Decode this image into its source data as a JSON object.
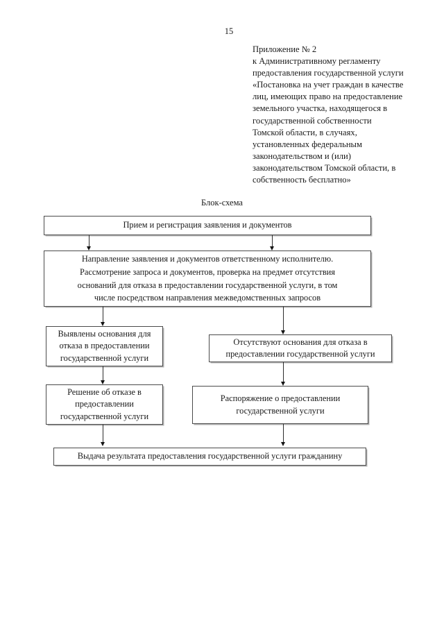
{
  "page": {
    "number": "15"
  },
  "appendix": {
    "lines": [
      "Приложение № 2",
      "к Административному регламенту",
      "предоставления государственной услуги",
      "«Постановка на учет граждан в качестве",
      "лиц, имеющих право на предоставление",
      "земельного участка, находящегося в",
      "государственной собственности",
      "Томской области, в случаях,",
      "установленных федеральным",
      "законодательством и (или)",
      "законодательством Томской области, в",
      "собственность бесплатно»"
    ]
  },
  "flowchart": {
    "title": "Блок-схема",
    "nodes": {
      "intake": "Прием и регистрация заявления и документов",
      "review": "Направление заявления и документов ответственному исполнителю.\nРассмотрение запроса и документов, проверка на предмет отсутствия\nоснований для отказа в предоставлении государственной услуги, в том\nчисле посредством направления межведомственных запросов",
      "grounds_found": "Выявлены основания для\nотказа в предоставлении\nгосударственной услуги",
      "grounds_absent": "Отсутствуют основания для отказа в\nпредоставлении государственной услуги",
      "refusal_decision": "Решение об отказе в\nпредоставлении\nгосударственной услуги",
      "provision_order": "Распоряжение о предоставлении\nгосударственной услуги",
      "result_issued": "Выдача результата предоставления государственной услуги гражданину"
    }
  },
  "colors": {
    "text": "#1a1a1a",
    "node_border": "#4a4a4a",
    "node_shadow": "#b3b3b3",
    "connector": "#2b2b2b",
    "background": "#ffffff"
  }
}
